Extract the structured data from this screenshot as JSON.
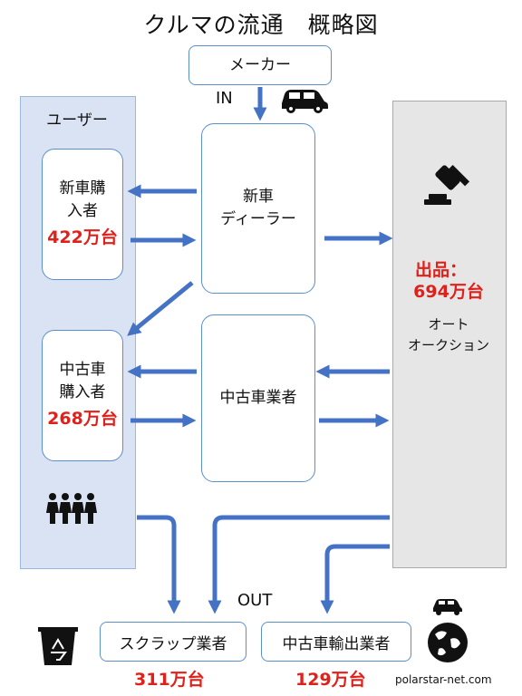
{
  "title": "クルマの流通　概略図",
  "maker": "メーカー",
  "in_label": "IN",
  "out_label": "OUT",
  "user_panel": "ユーザー",
  "new_buyer": {
    "line1": "新車購",
    "line2": "入者",
    "count": "422万台"
  },
  "used_buyer": {
    "line1": "中古車",
    "line2": "購入者",
    "count": "268万台"
  },
  "dealer": {
    "line1": "新車",
    "line2": "ディーラー"
  },
  "used_dealer": "中古車業者",
  "auction": {
    "listing": "出品：",
    "count": "694万台",
    "line1": "オート",
    "line2": "オークション"
  },
  "scrap": {
    "label": "スクラップ業者",
    "count": "311万台"
  },
  "export": {
    "label": "中古車輸出業者",
    "count": "129万台"
  },
  "credit": "polarstar-net.com",
  "colors": {
    "arrow": "#4472c4",
    "box_border": "#5b8fc9",
    "user_panel": "#dae3f3",
    "auction_panel": "#e6e6e6",
    "highlight": "#e0201b"
  },
  "icons": [
    "car-icon",
    "gavel-icon",
    "people-icon",
    "recycle-bin-icon",
    "globe-icon",
    "small-car-icon"
  ]
}
